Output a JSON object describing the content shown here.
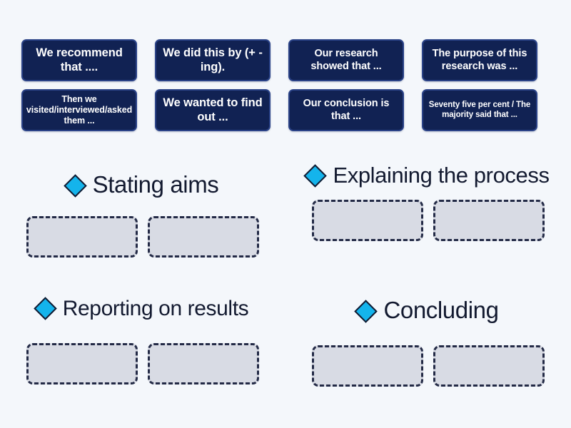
{
  "page": {
    "background_color": "#f4f7fb",
    "tile_color": "#112253",
    "tile_border_color": "#2a4287",
    "tile_text_color": "#ffffff",
    "heading_text_color": "#131a30",
    "diamond_color": "#14b4ec",
    "dropzone_fill_color": "#d8dbe4",
    "dropzone_border_color": "#232a46"
  },
  "tile_bank": {
    "rows": [
      [
        {
          "label": "We recommend that ....",
          "size": "size-lg"
        },
        {
          "label": "We did this by (+ -ing).",
          "size": "size-lg"
        },
        {
          "label": "Our research showed that ...",
          "size": "size-md"
        },
        {
          "label": "The purpose of this research was ...",
          "size": "size-md"
        }
      ],
      [
        {
          "label": "Then we visited/interviewed/asked them ...",
          "size": "size-sm"
        },
        {
          "label": "We wanted to find out ...",
          "size": "size-lg"
        },
        {
          "label": "Our conclusion is that ...",
          "size": "size-md"
        },
        {
          "label": "Seventy five per cent / The majority said that ...",
          "size": "size-xs"
        }
      ]
    ]
  },
  "categories": [
    {
      "title": "Stating aims",
      "icon": "diamond-icon",
      "dropzone_count": 2
    },
    {
      "title": "Explaining the process",
      "icon": "diamond-icon",
      "dropzone_count": 2
    },
    {
      "title": "Reporting on results",
      "icon": "diamond-icon",
      "dropzone_count": 2
    },
    {
      "title": "Concluding",
      "icon": "diamond-icon",
      "dropzone_count": 2
    }
  ]
}
